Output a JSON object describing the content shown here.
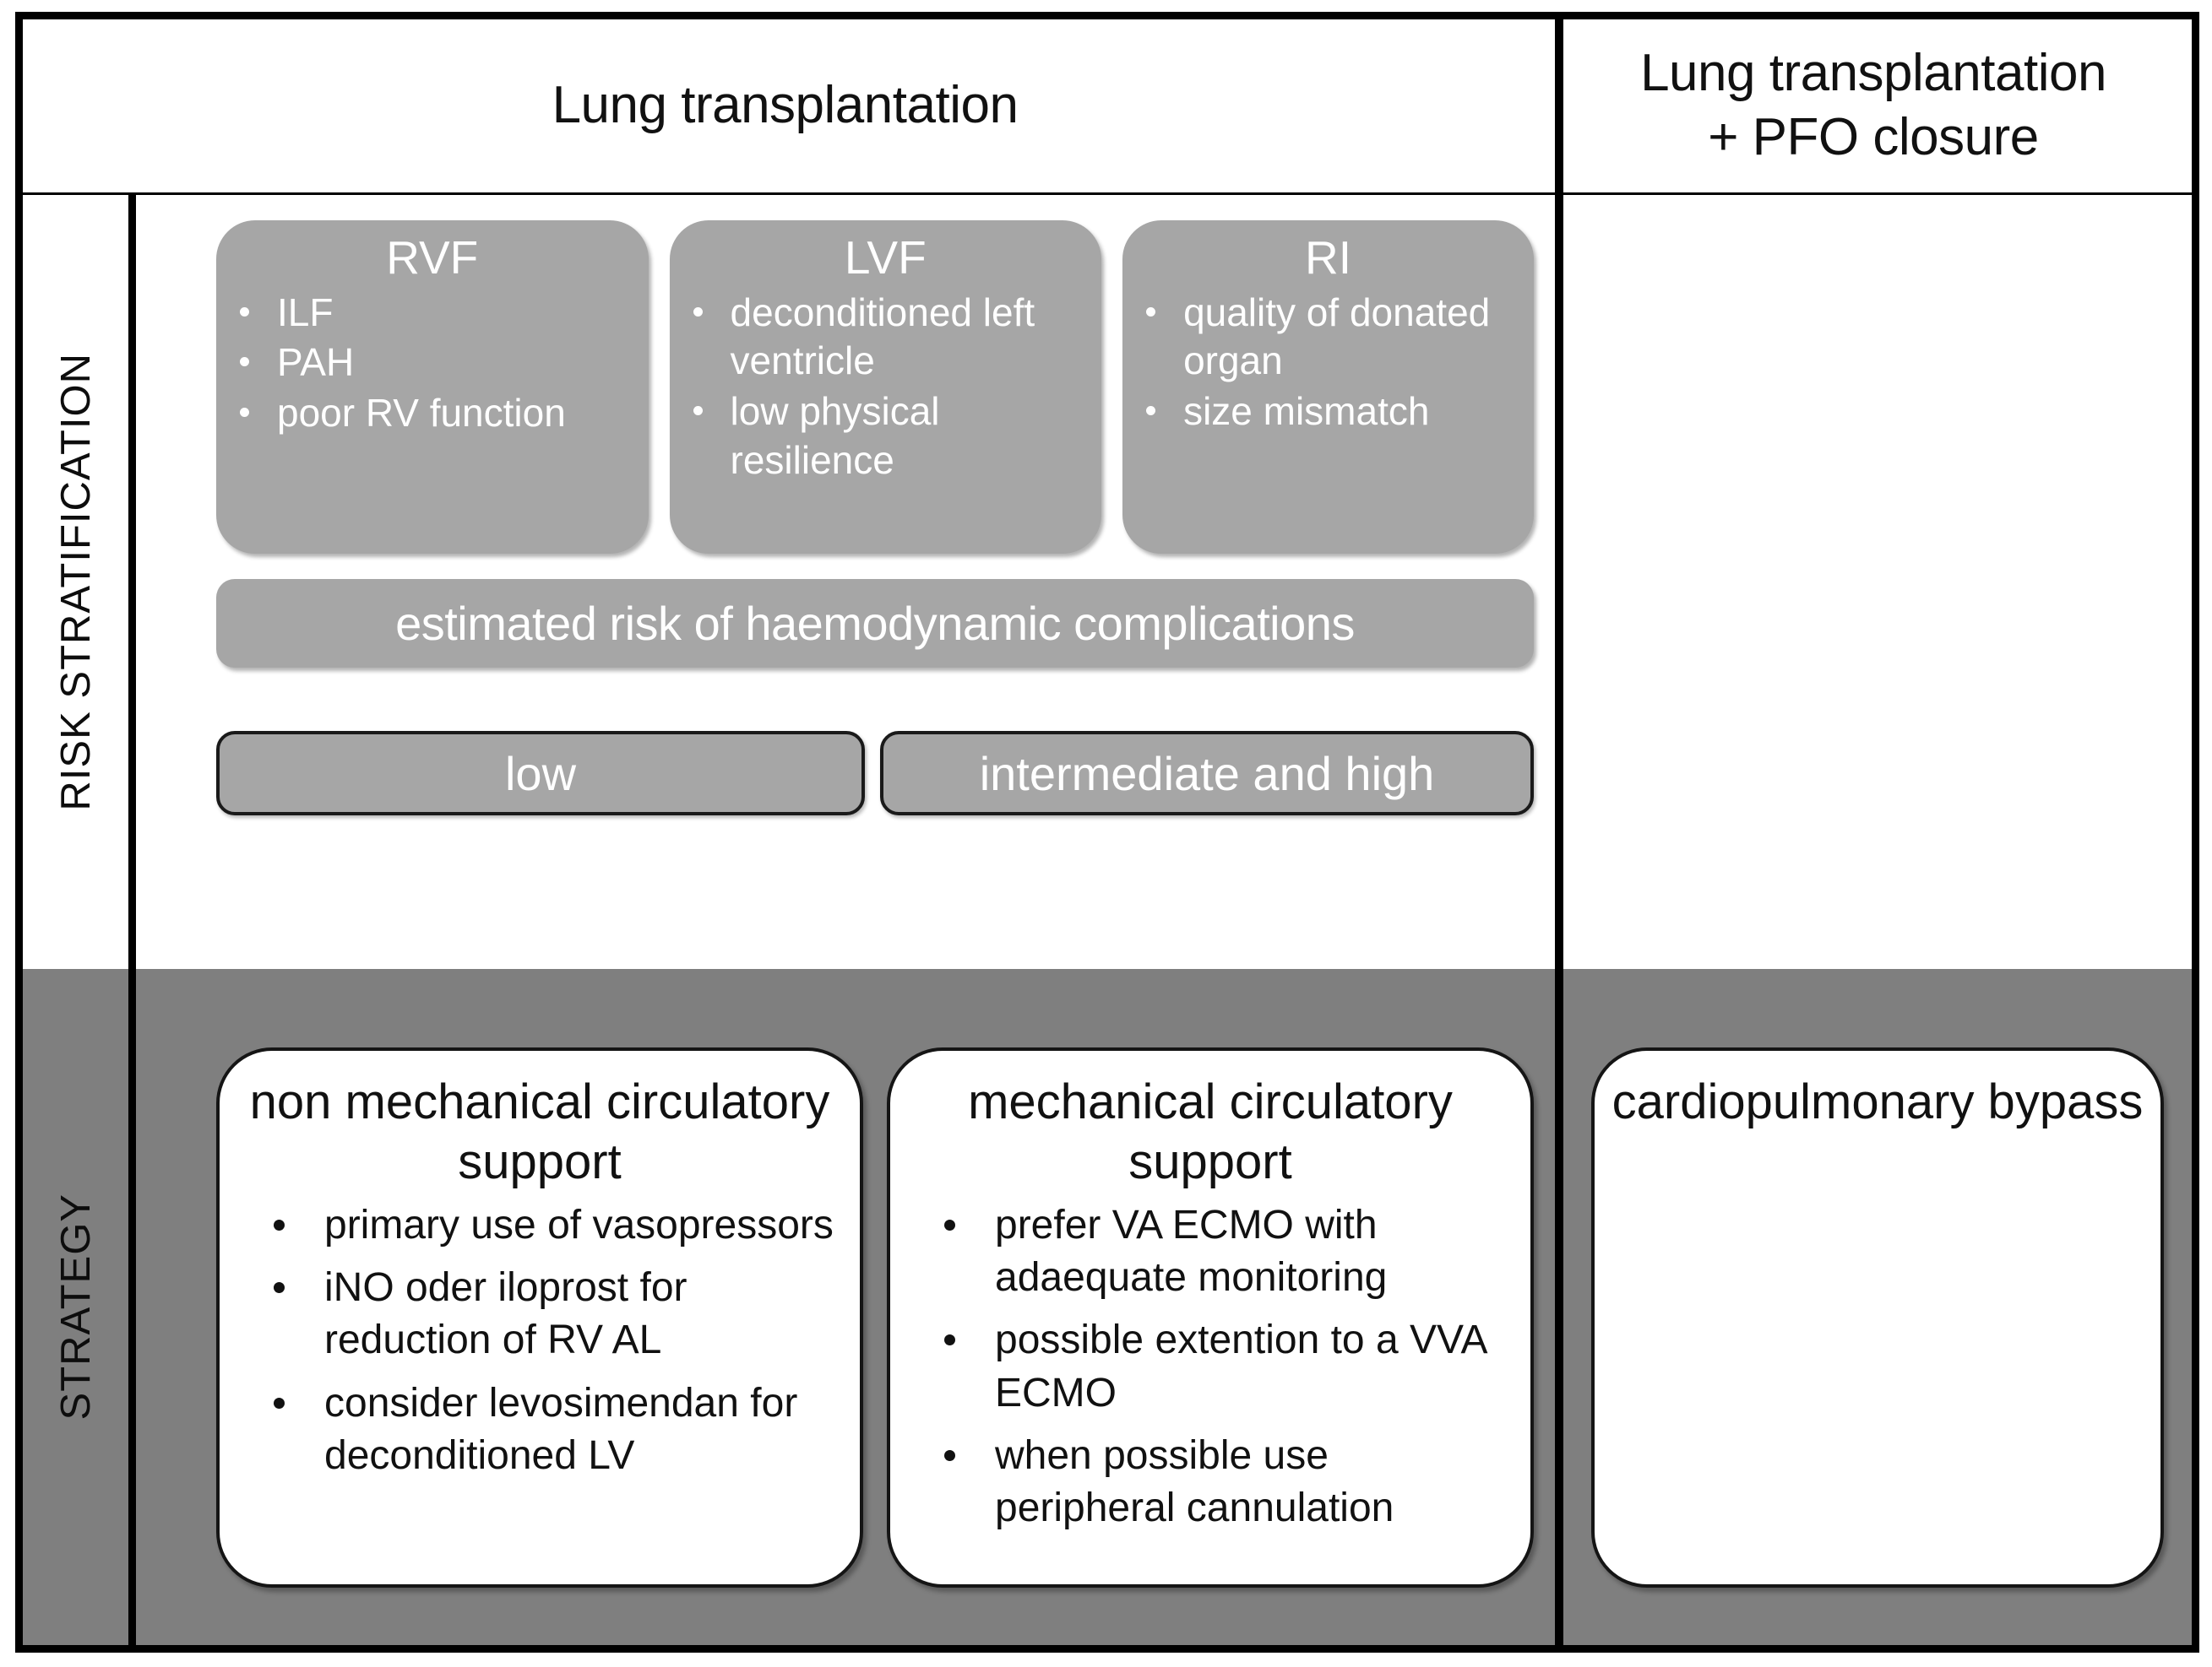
{
  "header": {
    "left_column_title": "Lung transplantation",
    "right_column_title": "Lung transplantation\n+ PFO closure"
  },
  "rows": {
    "risk_label": "RISK STRATIFICATION",
    "strategy_label": "STRATEGY"
  },
  "risk_stratification": {
    "cards": [
      {
        "title": "RVF",
        "items": [
          "ILF",
          "PAH",
          "poor RV function"
        ]
      },
      {
        "title": "LVF",
        "items": [
          "deconditioned left ventricle",
          "low physical resilience"
        ]
      },
      {
        "title": "RI",
        "items": [
          "quality of donated organ",
          "size mismatch"
        ]
      }
    ],
    "estimated_risk_bar": "estimated risk of haemodynamic complications",
    "levels": [
      "low",
      "intermediate and high"
    ]
  },
  "strategy": {
    "cards": [
      {
        "title": "non mechanical circulatory support",
        "items": [
          "primary use of vasopressors",
          "iNO oder iloprost for reduction of RV AL",
          "consider levosimendan for deconditioned LV"
        ]
      },
      {
        "title": "mechanical circulatory support",
        "items": [
          "prefer VA ECMO with adaequate monitoring",
          "possible extention to a VVA ECMO",
          "when possible use peripheral cannulation"
        ]
      }
    ],
    "right_card": {
      "title": "cardiopulmonary bypass"
    }
  },
  "colors": {
    "frame": "#000000",
    "risk_card_fill": "#a6a6a6",
    "strategy_row_fill": "#7f7f7f",
    "card_white": "#ffffff",
    "text_dark": "#111111",
    "text_light": "#ffffff"
  }
}
